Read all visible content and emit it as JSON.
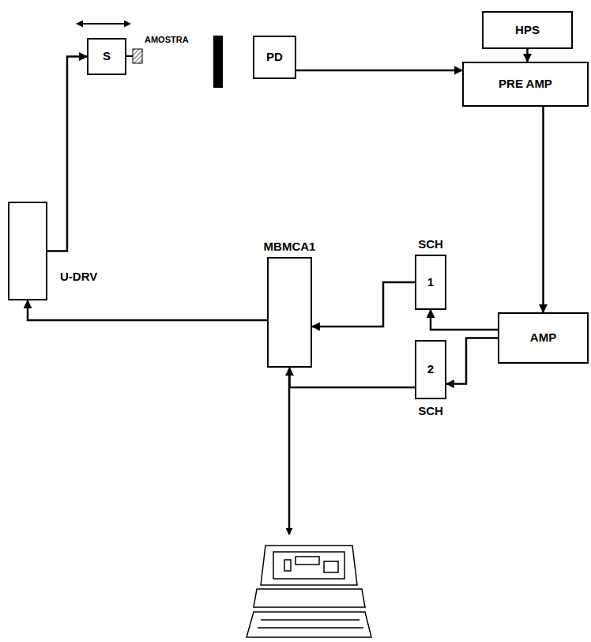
{
  "diagram": {
    "nodes": [
      {
        "text": [
          "S"
        ]
      },
      {
        "text": [
          "PD"
        ]
      },
      {
        "text": [
          "HPS"
        ]
      },
      {
        "text": [
          "PRE AMP"
        ]
      },
      {
        "text": [
          "MBMCA1"
        ]
      },
      {
        "text": [
          "SCH",
          "1"
        ]
      },
      {
        "text": [
          "AMP"
        ]
      },
      {
        "text": [
          "2",
          "SCH"
        ]
      },
      {
        "text": [
          "U-DRV"
        ]
      }
    ],
    "edges": [
      {
        "from": 8,
        "to": 0,
        "arrow": "to"
      },
      {
        "from": 1,
        "to": 3,
        "arrow": "to"
      },
      {
        "from": 2,
        "to": 3,
        "arrow": "to"
      },
      {
        "from": 3,
        "to": 6,
        "arrow": "to"
      },
      {
        "from": 6,
        "to": 5,
        "arrow": "to"
      },
      {
        "from": 6,
        "to": 7,
        "arrow": "to"
      },
      {
        "from": 5,
        "to": 4,
        "arrow": "to"
      },
      {
        "from": 7,
        "to": 4,
        "arrow": "to"
      },
      {
        "from": 4,
        "to": 8,
        "arrow": "to"
      }
    ],
    "labels": [
      "AMOSTRA"
    ]
  }
}
